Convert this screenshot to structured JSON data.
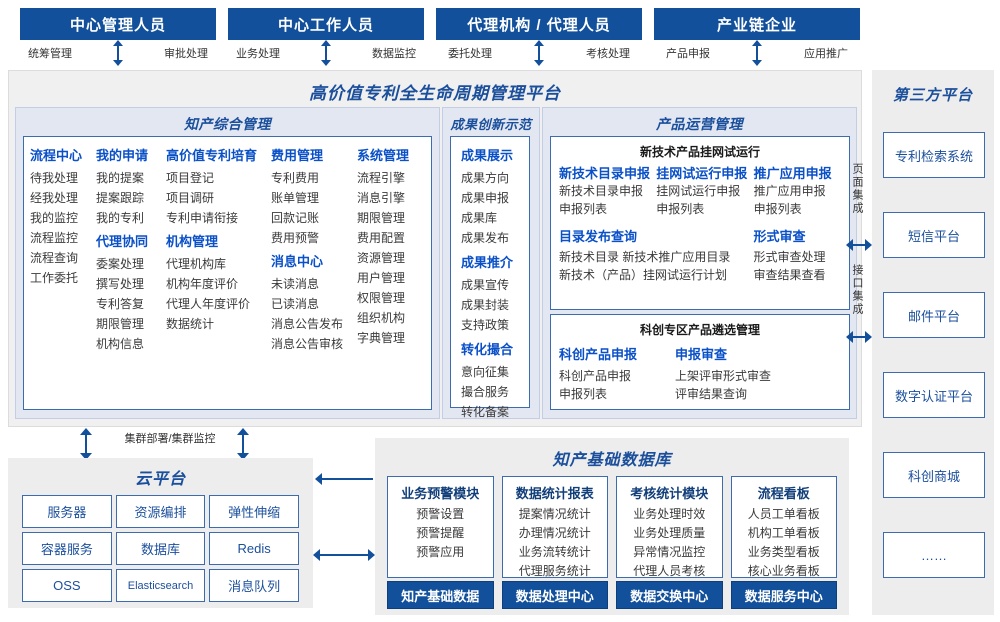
{
  "roles": [
    {
      "title": "中心管理人员",
      "left": "统筹管理",
      "right": "审批处理"
    },
    {
      "title": "中心工作人员",
      "left": "业务处理",
      "right": "数据监控"
    },
    {
      "title": "代理机构 / 代理人员",
      "left": "委托处理",
      "right": "考核处理"
    },
    {
      "title": "产业链企业",
      "left": "产品申报",
      "right": "应用推广"
    }
  ],
  "platform": {
    "title": "高价值专利全生命周期管理平台",
    "groups": {
      "ip_management": {
        "title": "知产综合管理",
        "columns": [
          {
            "blocks": [
              {
                "head": "流程中心",
                "leaves": [
                  "待我处理",
                  "经我处理",
                  "我的监控",
                  "流程监控",
                  "流程查询",
                  "工作委托"
                ]
              }
            ]
          },
          {
            "blocks": [
              {
                "head": "我的申请",
                "leaves": [
                  "我的提案",
                  "提案跟踪",
                  "我的专利"
                ]
              },
              {
                "head": "代理协同",
                "leaves": [
                  "委案处理",
                  "撰写处理",
                  "专利答复",
                  "期限管理",
                  "机构信息"
                ]
              }
            ]
          },
          {
            "blocks": [
              {
                "head": "高价值专利培育",
                "leaves": [
                  "项目登记",
                  "项目调研",
                  "专利申请衔接"
                ]
              },
              {
                "head": "机构管理",
                "leaves": [
                  "代理机构库",
                  "机构年度评价",
                  "代理人年度评价",
                  "数据统计"
                ]
              }
            ]
          },
          {
            "blocks": [
              {
                "head": "费用管理",
                "leaves": [
                  "专利费用",
                  "账单管理",
                  "回款记账",
                  "费用预警"
                ]
              },
              {
                "head": "消息中心",
                "leaves": [
                  "未读消息",
                  "已读消息",
                  "消息公告发布",
                  "消息公告审核"
                ]
              }
            ]
          },
          {
            "blocks": [
              {
                "head": "系统管理",
                "leaves": [
                  "流程引擎",
                  "消息引擎",
                  "期限管理",
                  "费用配置",
                  "资源管理",
                  "用户管理",
                  "权限管理",
                  "组织机构",
                  "字典管理"
                ]
              }
            ]
          }
        ]
      },
      "achievement": {
        "title": "成果创新示范",
        "blocks": [
          {
            "head": "成果展示",
            "leaves": [
              "成果方向",
              "成果申报",
              "成果库",
              "成果发布"
            ]
          },
          {
            "head": "成果推介",
            "leaves": [
              "成果宣传",
              "成果封装",
              "支持政策"
            ]
          },
          {
            "head": "转化撮合",
            "leaves": [
              "意向征集",
              "撮合服务",
              "转化备案"
            ]
          }
        ]
      },
      "product_ops": {
        "title": "产品运营管理",
        "subboxes": [
          {
            "title": "新技术产品挂网试运行",
            "rows": [
              [
                {
                  "head": "新技术目录申报",
                  "leaves": [
                    "新技术目录申报",
                    "申报列表"
                  ]
                },
                {
                  "head": "挂网试运行申报",
                  "leaves": [
                    "挂网试运行申报",
                    "申报列表"
                  ]
                },
                {
                  "head": "推广应用申报",
                  "leaves": [
                    "推广应用申报",
                    "申报列表"
                  ]
                }
              ],
              [
                {
                  "head": "目录发布查询",
                  "leaves": [
                    "新技术目录    新技术推广应用目录",
                    "新技术（产品）挂网试运行计划"
                  ]
                },
                {
                  "head": "形式审查",
                  "leaves": [
                    "形式审查处理",
                    "审查结果查看"
                  ]
                }
              ]
            ]
          },
          {
            "title": "科创专区产品遴选管理",
            "rows": [
              [
                {
                  "head": "科创产品申报",
                  "leaves": [
                    "科创产品申报",
                    "申报列表"
                  ]
                },
                {
                  "head": "申报审查",
                  "leaves": [
                    "上架评审形式审查",
                    "评审结果查询"
                  ]
                }
              ]
            ]
          }
        ]
      }
    }
  },
  "integration": {
    "page_integration": "页面集成",
    "api_integration": "接口集成"
  },
  "third_party": {
    "title": "第三方平台",
    "items": [
      "专利检索系统",
      "短信平台",
      "邮件平台",
      "数字认证平台",
      "科创商城",
      "……"
    ]
  },
  "cluster": {
    "label": "集群部署/集群监控"
  },
  "cloud": {
    "title": "云平台",
    "cells": [
      "服务器",
      "资源编排",
      "弹性伸缩",
      "容器服务",
      "数据库",
      "Redis",
      "OSS",
      "Elasticsearch",
      "消息队列"
    ]
  },
  "database": {
    "title": "知产基础数据库",
    "columns": [
      {
        "head": "业务预警模块",
        "leaves": [
          "预警设置",
          "预警提醒",
          "预警应用"
        ],
        "foot": "知产基础数据"
      },
      {
        "head": "数据统计报表",
        "leaves": [
          "提案情况统计",
          "办理情况统计",
          "业务流转统计",
          "代理服务统计"
        ],
        "foot": "数据处理中心"
      },
      {
        "head": "考核统计模块",
        "leaves": [
          "业务处理时效",
          "业务处理质量",
          "异常情况监控",
          "代理人员考核"
        ],
        "foot": "数据交换中心"
      },
      {
        "head": "流程看板",
        "leaves": [
          "人员工单看板",
          "机构工单看板",
          "业务类型看板",
          "核心业务看板"
        ],
        "foot": "数据服务中心"
      }
    ]
  },
  "colors": {
    "navy": "#12509b",
    "accent_blue": "#1b4f9c",
    "leaf_text": "#3a3a3a",
    "panel_bg": "#f0f0f0",
    "group_bg": "#e2e7f2",
    "border_blue": "#3c6bb0"
  }
}
